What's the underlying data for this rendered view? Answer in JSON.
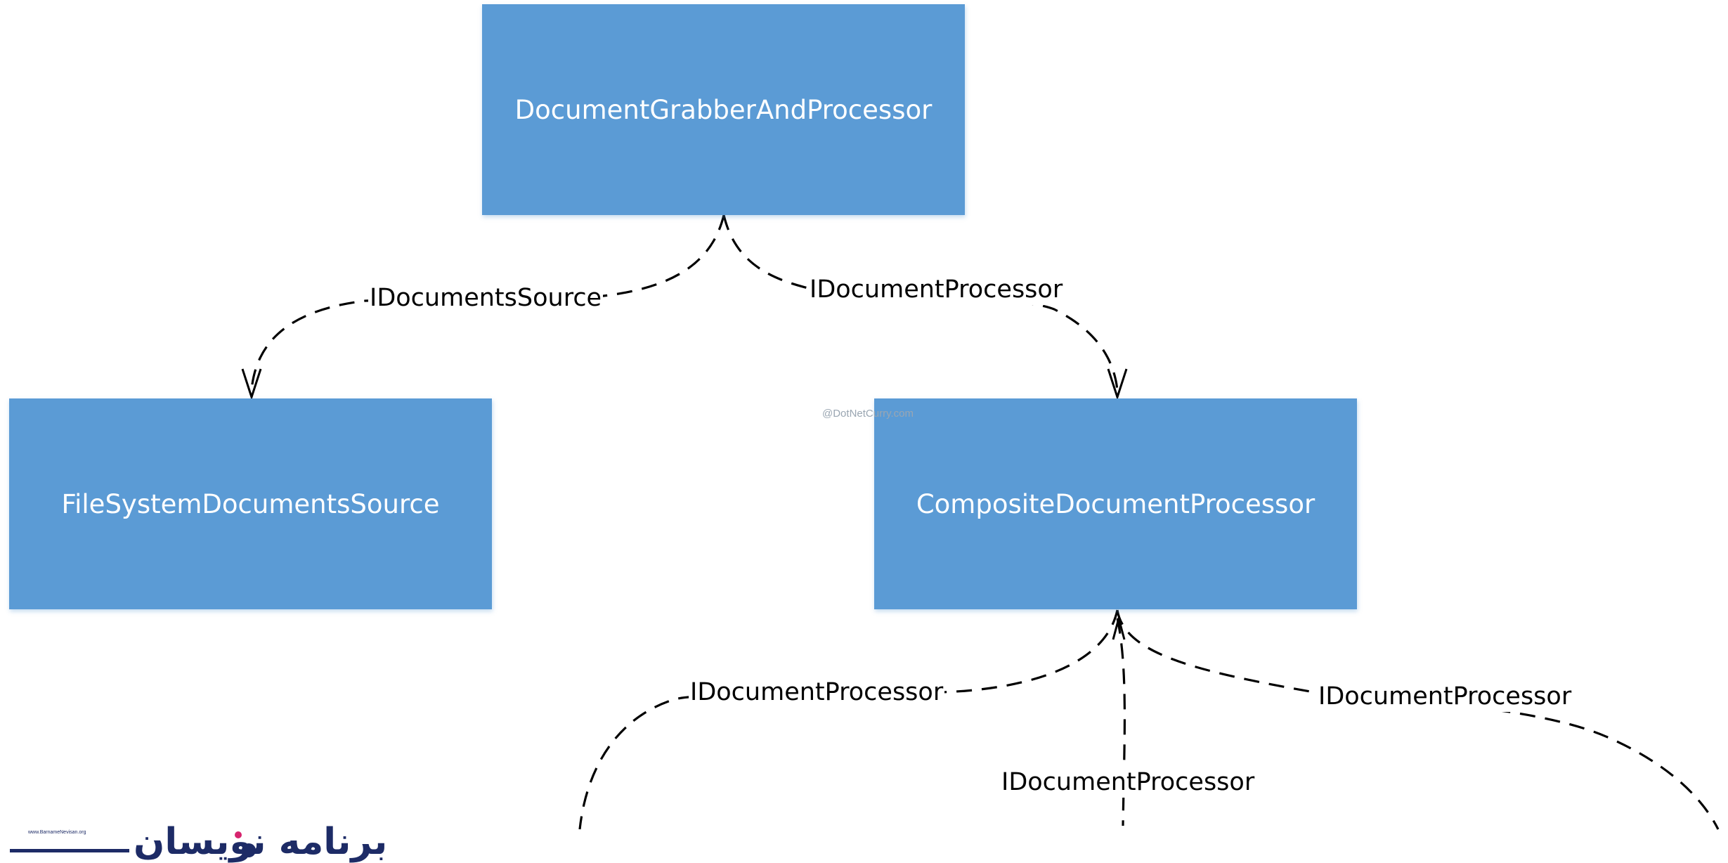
{
  "diagram": {
    "nodes": [
      {
        "id": "grabber",
        "label": "DocumentGrabberAndProcessor"
      },
      {
        "id": "fs",
        "label": "FileSystemDocumentsSource"
      },
      {
        "id": "composite",
        "label": "CompositeDocumentProcessor"
      }
    ],
    "edges": [
      {
        "from": "grabber",
        "to": "fs",
        "label": "IDocumentsSource",
        "style": "dashed",
        "arrow": "open"
      },
      {
        "from": "grabber",
        "to": "composite",
        "label": "IDocumentProcessor",
        "style": "dashed",
        "arrow": "open"
      },
      {
        "from": "composite",
        "to": "",
        "label": "IDocumentProcessor",
        "style": "dashed"
      },
      {
        "from": "composite",
        "to": "",
        "label": "IDocumentProcessor",
        "style": "dashed"
      },
      {
        "from": "composite",
        "to": "",
        "label": "IDocumentProcessor",
        "style": "dashed"
      }
    ],
    "node_color": "#5b9bd5",
    "node_text_color": "#ffffff",
    "edge_color": "#000000"
  },
  "watermark": "@DotNetCurry.com",
  "logo": {
    "text": "برنامه نویسان",
    "url": "www.BarnameNevisan.org",
    "colors": [
      "#1d2b66",
      "#d6246e"
    ]
  }
}
